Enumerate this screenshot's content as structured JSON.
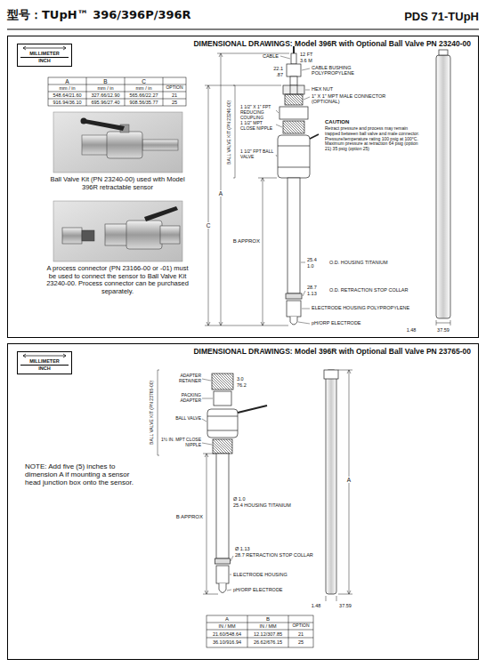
{
  "diagram": {
    "title": "型号：TUpH™ 396/396P/396R",
    "nodes": [
      {
        "text": [
          "DIMENSIONAL DRAWINGS: Model 396R with Optional Ball Valve PN 23240-00"
        ]
      },
      {
        "text": [
          "MILLIMETER",
          "INCH"
        ],
        "in": 0
      },
      {
        "text": [
          "DIMENSIONAL DRAWINGS: Model 396R with Optional Ball Valve PN 23765-00"
        ]
      },
      {
        "text": [
          "MILLIMETER",
          "INCH"
        ],
        "in": 2
      }
    ],
    "labels": [
      "PDS 71-TUpH",
      "A",
      "B",
      "C",
      "mm / in",
      "mm / in",
      "mm / in",
      "OPTION",
      "548.64/21.60",
      "327.66/12.90",
      "565.66/22.27",
      "21",
      "916.94/36.10",
      "695.96/27.40",
      "908.56/35.77",
      "25",
      "Ball Valve Kit (PN 23240-00) used with Model 396R retractable sensor",
      "A process connector (PN 23166-00 or -01) must be used to connect the sensor to Ball Valve Kit 23240-00. Process connector can be purchased separately.",
      "22.1",
      ".87",
      "CABLE",
      "12 FT",
      "3.6 M",
      "CABLE BUSHING POLYPROPYLENE",
      "HEX NUT",
      "1\" X 1\" MPT MALE CONNECTOR (OPTIONAL)",
      "1 1/2\" X 1\" FPT REDUCING COUPLING",
      "1 1/2\" MPT CLOSE NIPPLE",
      "1 1/2\" FPT BALL VALVE",
      "BALL VALVE KIT (PN 23240-00)",
      "CAUTION",
      "Retract pressure and process may remain trapped between ball valve and male connector. Pressure/temperature rating 100 psig at 100°C. Maximum pressure at retraction 64 psig (option 21) 35 psig (option 25)",
      "A",
      "C",
      "B APPROX",
      "25.4",
      "1.0",
      "O.D. HOUSING TITANIUM",
      "28.7",
      "1.13",
      "O.D. RETRACTION STOP COLLAR",
      "ELECTRODE HOUSING POLYPROPYLENE",
      "pH/ORP ELECTRODE",
      "37.59",
      "1.48",
      "ADAPTER RETAINER",
      "PACKING ADAPTER",
      "BALL VALVE",
      "1½ IN. MPT CLOSE NIPPLE",
      "BALL VALVE KIT (PN 23765-00)",
      "3.0",
      "76.2",
      "A",
      "B APPROX",
      "Ø 1.0",
      "25.4 HOUSING TITANIUM",
      "Ø 1.13",
      "28.7 RETRACTION STOP COLLAR",
      "ELECTRODE HOUSING",
      "pH/ORP ELECTRODE",
      "1.48",
      "37.59",
      "NOTE: Add five (5) inches to dimension A if mounting a sensor head junction box onto the sensor.",
      "A",
      "B",
      "IN / MM",
      "IN / MM",
      "OPTION",
      "21.60/548.64",
      "12.12/307.85",
      "21",
      "36.10/916.94",
      "26.62/676.15",
      "25"
    ]
  }
}
